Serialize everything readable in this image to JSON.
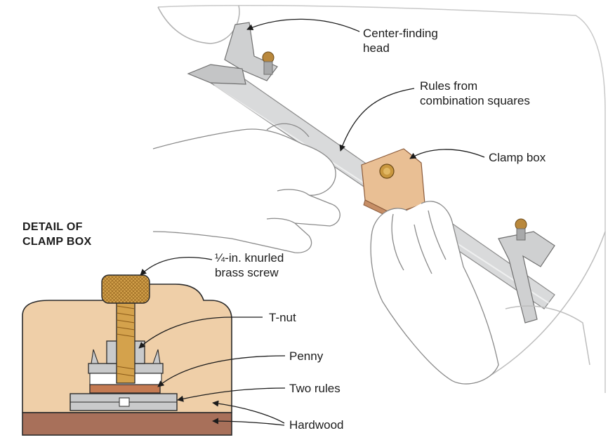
{
  "labels": {
    "center_finding_head": [
      "Center-finding",
      "head"
    ],
    "rules_from_squares": [
      "Rules from",
      "combination squares"
    ],
    "clamp_box": "Clamp box",
    "detail_title": [
      "DETAIL OF",
      "CLAMP BOX"
    ],
    "knurled_screw": [
      "¼-in. knurled",
      "brass screw"
    ],
    "t_nut": "T-nut",
    "penny": "Penny",
    "two_rules": "Two rules",
    "hardwood": "Hardwood"
  },
  "colors": {
    "hardwood_light": "#efcfa8",
    "hardwood_dark": "#a8705a",
    "brass": "#d4a24c",
    "steel": "#c9cacb",
    "penny": "#c47a52",
    "outline": "#2a2a2a"
  }
}
